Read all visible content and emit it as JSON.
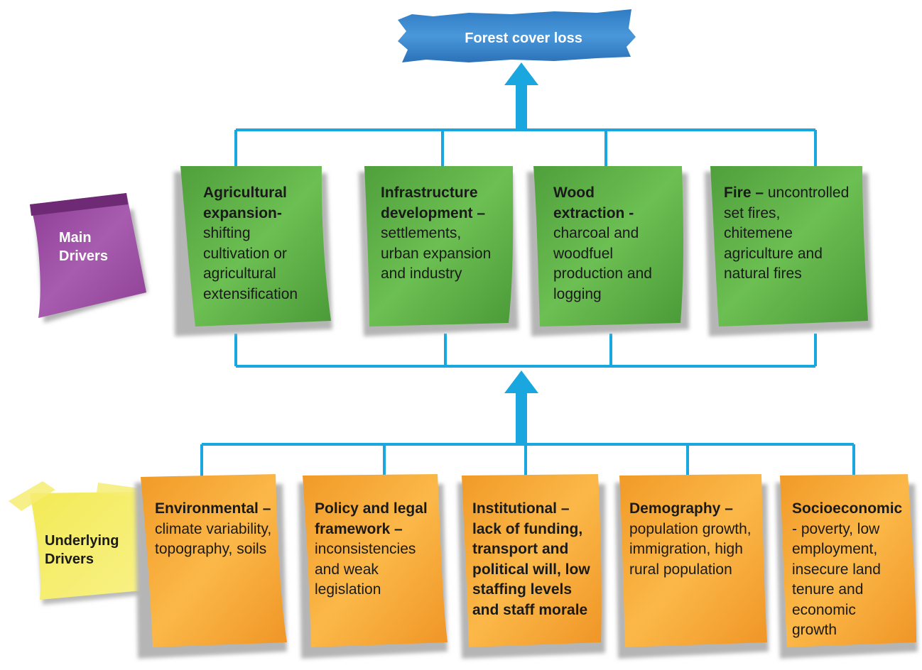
{
  "diagram": {
    "top": {
      "label": "Forest cover loss"
    },
    "main_label": {
      "line1": "Main",
      "line2": "Drivers"
    },
    "underlying_label": {
      "line1": "Underlying",
      "line2": "Drivers"
    },
    "main_drivers": [
      {
        "title": "Agricultural expansion",
        "sep": "-",
        "body": "shifting cultivation or agricultural extensification"
      },
      {
        "title": "Infrastructure development",
        "sep": " –",
        "body": "settlements, urban expansion and industry"
      },
      {
        "title": "Wood extraction",
        "sep": " -",
        "body": "charcoal and woodfuel production and logging"
      },
      {
        "title": "Fire",
        "sep": " –",
        "body": "uncontrolled set fires, chitemene agriculture and natural fires"
      }
    ],
    "underlying_drivers": [
      {
        "title": "Environmental",
        "sep": " –",
        "body": "climate variability, topography, soils"
      },
      {
        "title": "Policy and legal framework",
        "sep": " –",
        "body": "inconsistencies and weak legislation"
      },
      {
        "title": "Institutional",
        "sep": " –",
        "body": "lack of funding, transport and political will, low staffing levels and staff morale"
      },
      {
        "title": "Demography",
        "sep": " –",
        "body": "population growth, immigration, high rural population"
      },
      {
        "title": "Socioeconomic",
        "sep": "",
        "body": "- poverty, low employment, insecure land tenure and economic growth"
      }
    ],
    "colors": {
      "connector": "#1aa7e0",
      "top_banner": "#3a86cc",
      "main_note": "#5fb14a",
      "underlying_note": "#f7a431",
      "main_label_note": "#9a4aa0",
      "underlying_label_note": "#f5ee6a"
    }
  }
}
